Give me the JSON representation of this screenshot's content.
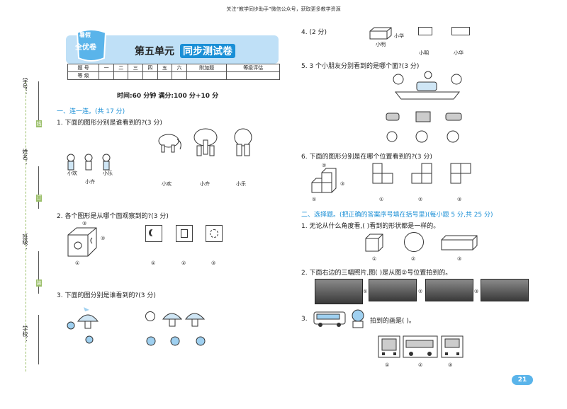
{
  "header_note": "关注“教学同步助手”微信公众号，获取更多教学资源",
  "side_labels": {
    "student_id": "学号：",
    "name": "姓名：",
    "class": "班级：",
    "school": "学校：",
    "line1": "线",
    "line2": "订",
    "line3": "装"
  },
  "logo_text": [
    "暑假",
    "全优卷"
  ],
  "title_prefix": "第五单元",
  "title_main": "同步测试卷",
  "score_table": {
    "row1": [
      "题 号",
      "一",
      "二",
      "三",
      "四",
      "五",
      "六",
      "附加题",
      "等级评估"
    ],
    "row2": [
      "等 级",
      "",
      "",
      "",
      "",
      "",
      "",
      "",
      ""
    ]
  },
  "time_line": "时间:60 分钟    满分:100 分+10 分",
  "section1": "一、连一连。(共 17 分)",
  "q1": "1. 下面的图形分别是谁看到的?(3 分)",
  "q1_people": [
    "小欢",
    "小齐",
    "小乐"
  ],
  "q1_views": [
    "小欢",
    "小齐",
    "小乐"
  ],
  "q2": "2. 各个图形是从哪个面观察到的?(3 分)",
  "q2_faces": [
    "③",
    "②",
    "①"
  ],
  "q2_labels": [
    "①",
    "②",
    "③"
  ],
  "q3": "3. 下面的图分别是谁看到的?(3 分)",
  "q4": "4. (2 分)",
  "q4_labels": [
    "小明",
    "小华",
    "小明",
    "小华"
  ],
  "q5": "5. 3 个小朋友分别看到的是哪个面?(3 分)",
  "q6": "6. 下面的图形分别是在哪个位置看到的?(3 分)",
  "q6_pos": [
    "②",
    "③",
    "①"
  ],
  "q6_labels": [
    "①",
    "②",
    "③"
  ],
  "section2": "二、选择题。(把正确的答案序号填在括号里)(每小题 5 分,共 25 分)",
  "c1": "1. 无论从什么角度看,(    )看到的形状都是一样的。",
  "c1_labels": [
    "①",
    "②",
    "③"
  ],
  "c2": "2. 下面右边的三幅照片,图(    )是从图②号位置拍到的。",
  "c2_labels": [
    "①",
    "②",
    "③"
  ],
  "c3_prefix": "3.",
  "c3_text": "拍到的画是(    )。",
  "c3_labels": [
    "①",
    "②",
    "③"
  ],
  "page_number": "21"
}
